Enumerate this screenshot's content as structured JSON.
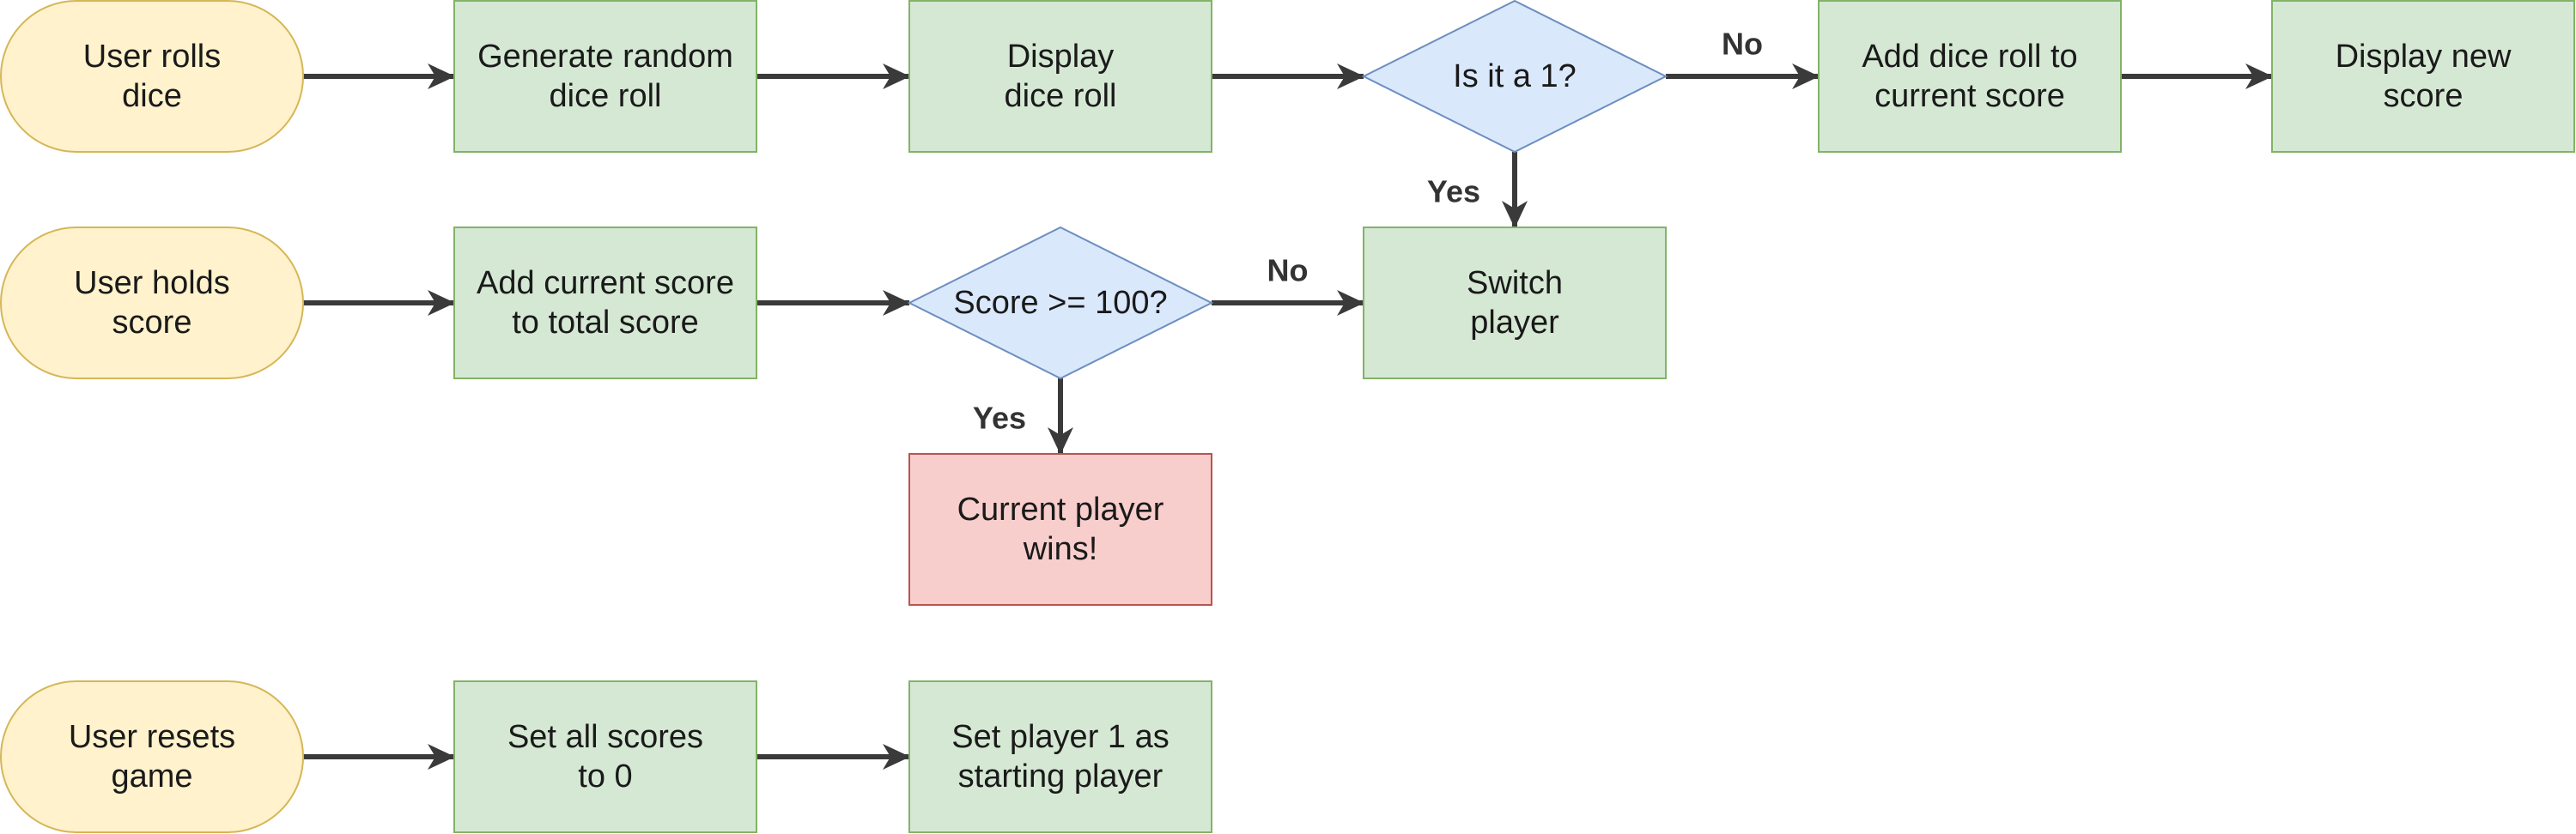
{
  "colors": {
    "terminal_fill": "#fff2cc",
    "terminal_stroke": "#d6b656",
    "process_fill": "#d5e8d4",
    "process_stroke": "#82b366",
    "decision_fill": "#dae8fc",
    "decision_stroke": "#6c8ebf",
    "end_fill": "#f8cecc",
    "end_stroke": "#b85450",
    "arrow": "#3a3a3a"
  },
  "nodes": {
    "user_rolls_dice": {
      "shape": "terminal",
      "lines": [
        "User rolls",
        "dice"
      ]
    },
    "generate_random_roll": {
      "shape": "process",
      "lines": [
        "Generate random",
        "dice roll"
      ]
    },
    "display_dice_roll": {
      "shape": "process",
      "lines": [
        "Display",
        "dice roll"
      ]
    },
    "is_it_a_one": {
      "shape": "decision",
      "lines": [
        "Is it a 1?"
      ]
    },
    "add_roll_to_current": {
      "shape": "process",
      "lines": [
        "Add dice roll to",
        "current score"
      ]
    },
    "display_new_score": {
      "shape": "process",
      "lines": [
        "Display new",
        "score"
      ]
    },
    "user_holds_score": {
      "shape": "terminal",
      "lines": [
        "User holds",
        "score"
      ]
    },
    "add_current_to_total": {
      "shape": "process",
      "lines": [
        "Add current score",
        "to total score"
      ]
    },
    "score_check": {
      "shape": "decision",
      "lines": [
        "Score >= 100?"
      ]
    },
    "switch_player": {
      "shape": "process",
      "lines": [
        "Switch",
        "player"
      ]
    },
    "current_player_wins": {
      "shape": "end",
      "lines": [
        "Current player",
        "wins!"
      ]
    },
    "user_resets_game": {
      "shape": "terminal",
      "lines": [
        "User resets",
        "game"
      ]
    },
    "set_scores_zero": {
      "shape": "process",
      "lines": [
        "Set all scores",
        "to 0"
      ]
    },
    "set_player_one": {
      "shape": "process",
      "lines": [
        "Set player 1 as",
        "starting player"
      ]
    }
  },
  "edges": [
    {
      "from": "user_rolls_dice",
      "to": "generate_random_roll",
      "label": ""
    },
    {
      "from": "generate_random_roll",
      "to": "display_dice_roll",
      "label": ""
    },
    {
      "from": "display_dice_roll",
      "to": "is_it_a_one",
      "label": ""
    },
    {
      "from": "is_it_a_one",
      "to": "add_roll_to_current",
      "label": "No"
    },
    {
      "from": "add_roll_to_current",
      "to": "display_new_score",
      "label": ""
    },
    {
      "from": "is_it_a_one",
      "to": "switch_player",
      "label": "Yes"
    },
    {
      "from": "user_holds_score",
      "to": "add_current_to_total",
      "label": ""
    },
    {
      "from": "add_current_to_total",
      "to": "score_check",
      "label": ""
    },
    {
      "from": "score_check",
      "to": "switch_player",
      "label": "No"
    },
    {
      "from": "score_check",
      "to": "current_player_wins",
      "label": "Yes"
    },
    {
      "from": "user_resets_game",
      "to": "set_scores_zero",
      "label": ""
    },
    {
      "from": "set_scores_zero",
      "to": "set_player_one",
      "label": ""
    }
  ]
}
